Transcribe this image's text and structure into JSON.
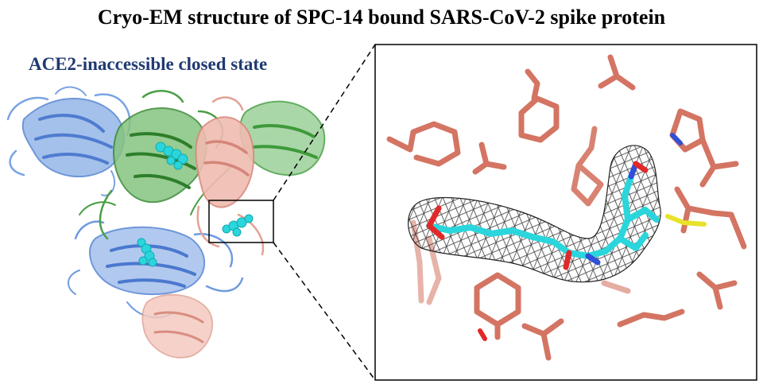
{
  "title": "Cryo-EM structure of SPC-14 bound SARS-CoV-2 spike protein",
  "subtitle": "ACE2-inaccessible closed state",
  "colors": {
    "subtitle": "#1f3a72",
    "chain_a": "#6f9be0",
    "chain_b": "#3f9a3c",
    "chain_c": "#e8a295",
    "ligand": "#2ad6dc",
    "residues": "#d47463",
    "sulfur": "#e8e22a",
    "nitrogen": "#3050d8",
    "oxygen": "#e02a2a",
    "density_mesh": "#222222"
  },
  "icons": [
    "spike-trimer-ribbon",
    "ligand-density-mesh",
    "zoom-connector-lines"
  ]
}
